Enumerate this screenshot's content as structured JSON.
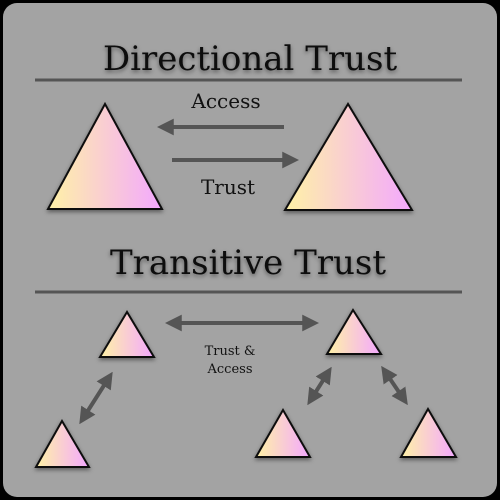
{
  "sections": {
    "directional": {
      "title": "Directional Trust",
      "arrow_top_label": "Access",
      "arrow_bottom_label": "Trust"
    },
    "transitive": {
      "title": "Transitive Trust",
      "center_label_line1": "Trust &",
      "center_label_line2": "Access"
    }
  },
  "colors": {
    "background": "#a3a3a3",
    "frame": "#000000",
    "divider": "#555555",
    "arrow": "#555555",
    "triangle_gradient_start": "#fff2a6",
    "triangle_gradient_end": "#f3a8ff",
    "triangle_stroke": "#111111"
  }
}
